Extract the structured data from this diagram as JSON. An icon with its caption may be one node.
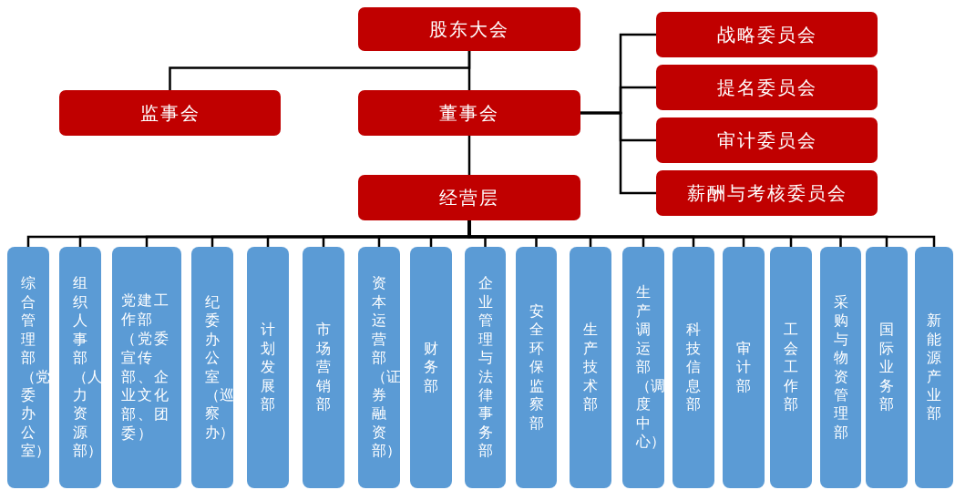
{
  "diagram": {
    "nodes": [
      {
        "text": [
          "股东大会"
        ]
      },
      {
        "text": [
          "监事会"
        ]
      },
      {
        "text": [
          "董事会"
        ]
      },
      {
        "text": [
          "战略委员会"
        ]
      },
      {
        "text": [
          "提名委员会"
        ]
      },
      {
        "text": [
          "审计委员会"
        ]
      },
      {
        "text": [
          "薪酬与考核委员会"
        ]
      },
      {
        "text": [
          "经营层"
        ]
      },
      {
        "text": [
          "综合管理部（党委办公室）"
        ]
      },
      {
        "text": [
          "组织人事部（人力资源部）"
        ]
      },
      {
        "text": [
          "党建工作部（党委宣传部、企业文化部、团委）"
        ]
      },
      {
        "text": [
          "纪委办公室（巡察办）"
        ]
      },
      {
        "text": [
          "计划发展部"
        ]
      },
      {
        "text": [
          "市场营销部"
        ]
      },
      {
        "text": [
          "资本运营部（证券融资部）"
        ]
      },
      {
        "text": [
          "财务部"
        ]
      },
      {
        "text": [
          "企业管理与法律事务部"
        ]
      },
      {
        "text": [
          "安全环保监察部"
        ]
      },
      {
        "text": [
          "生产技术部"
        ]
      },
      {
        "text": [
          "生产调运部（调度中心）"
        ]
      },
      {
        "text": [
          "科技信息部"
        ]
      },
      {
        "text": [
          "审计部"
        ]
      },
      {
        "text": [
          "工会工作部"
        ]
      },
      {
        "text": [
          "采购与物资管理部"
        ]
      },
      {
        "text": [
          "国际业务部"
        ]
      },
      {
        "text": [
          "新能源产业部"
        ]
      }
    ],
    "edges": [
      {
        "from": 0,
        "to": 1,
        "arrow": "none"
      },
      {
        "from": 0,
        "to": 2,
        "arrow": "none"
      },
      {
        "from": 2,
        "to": 3,
        "arrow": "none"
      },
      {
        "from": 2,
        "to": 4,
        "arrow": "none"
      },
      {
        "from": 2,
        "to": 5,
        "arrow": "none"
      },
      {
        "from": 2,
        "to": 6,
        "arrow": "none"
      },
      {
        "from": 2,
        "to": 7,
        "arrow": "none"
      },
      {
        "from": 7,
        "to": 8,
        "arrow": "none"
      },
      {
        "from": 7,
        "to": 9,
        "arrow": "none"
      },
      {
        "from": 7,
        "to": 10,
        "arrow": "none"
      },
      {
        "from": 7,
        "to": 11,
        "arrow": "none"
      },
      {
        "from": 7,
        "to": 12,
        "arrow": "none"
      },
      {
        "from": 7,
        "to": 13,
        "arrow": "none"
      },
      {
        "from": 7,
        "to": 14,
        "arrow": "none"
      },
      {
        "from": 7,
        "to": 15,
        "arrow": "none"
      },
      {
        "from": 7,
        "to": 16,
        "arrow": "none"
      },
      {
        "from": 7,
        "to": 17,
        "arrow": "none"
      },
      {
        "from": 7,
        "to": 18,
        "arrow": "none"
      },
      {
        "from": 7,
        "to": 19,
        "arrow": "none"
      },
      {
        "from": 7,
        "to": 20,
        "arrow": "none"
      },
      {
        "from": 7,
        "to": 21,
        "arrow": "none"
      },
      {
        "from": 7,
        "to": 22,
        "arrow": "none"
      },
      {
        "from": 7,
        "to": 23,
        "arrow": "none"
      },
      {
        "from": 7,
        "to": 24,
        "arrow": "none"
      },
      {
        "from": 7,
        "to": 25,
        "arrow": "none"
      }
    ]
  }
}
